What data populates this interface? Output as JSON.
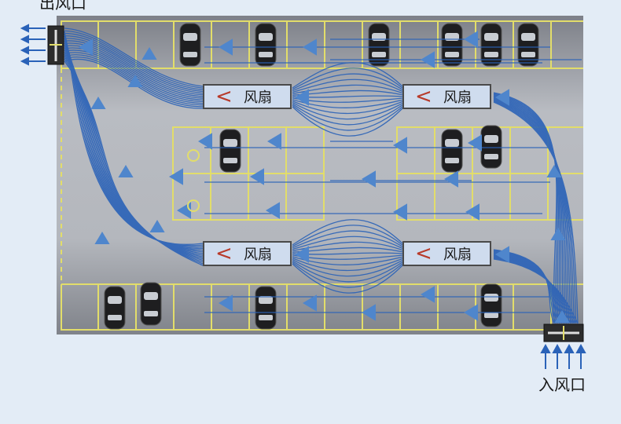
{
  "labels": {
    "outlet": "出风口",
    "inlet": "入风口"
  },
  "fans": [
    {
      "label": "风扇",
      "chevron": "<"
    },
    {
      "label": "风扇",
      "chevron": "<"
    },
    {
      "label": "风扇",
      "chevron": "<"
    },
    {
      "label": "风扇",
      "chevron": "<"
    }
  ],
  "colors": {
    "flow": "#2a62b8",
    "arrow": "#4f86cc",
    "parking_line": "#e2dd6a",
    "floor": "#a9adb4",
    "background": "#e3ecf6"
  }
}
